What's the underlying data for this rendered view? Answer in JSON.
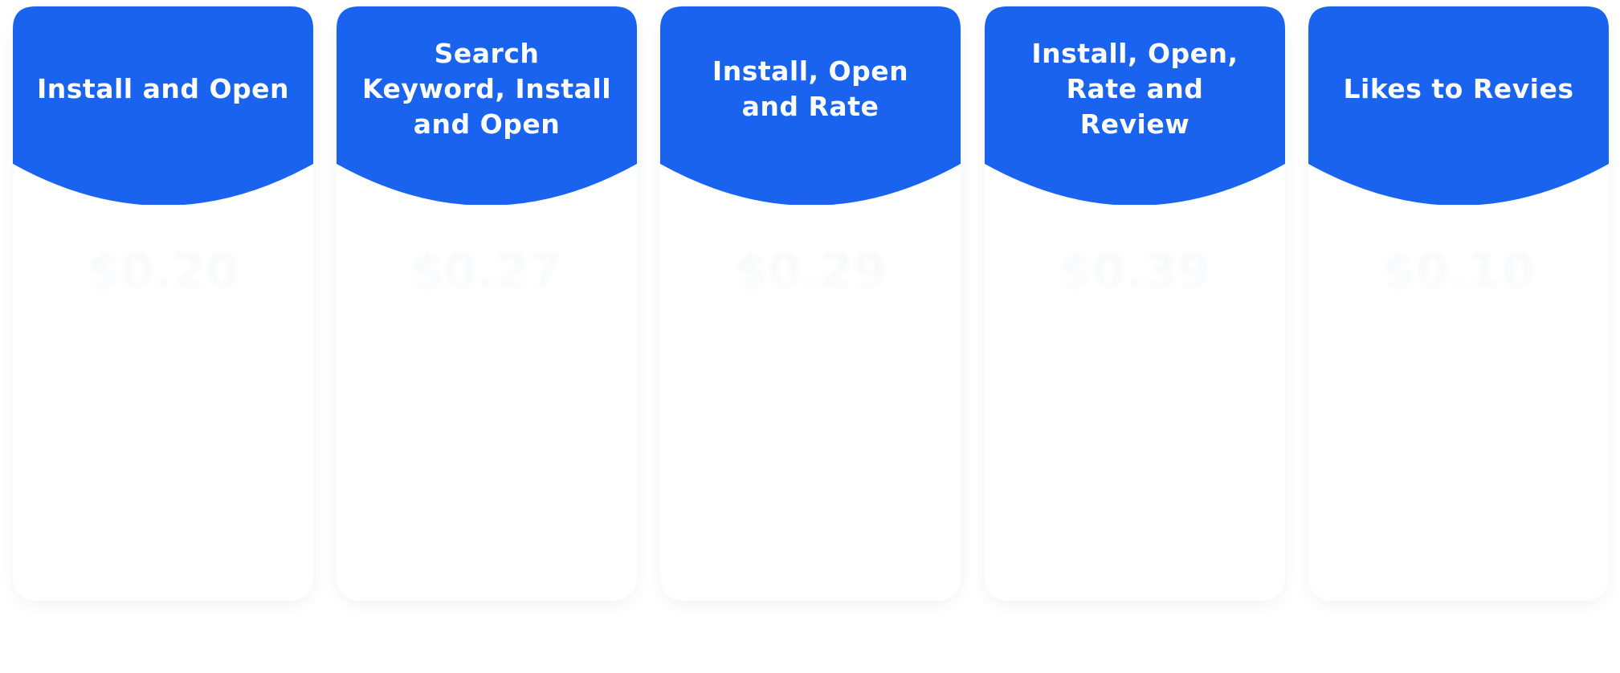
{
  "cards": [
    {
      "title": "Install and Open",
      "price": "$0.20"
    },
    {
      "title": "Search Keyword, Install and Open",
      "price": "$0.27"
    },
    {
      "title": "Install, Open and Rate",
      "price": "$0.29"
    },
    {
      "title": "Install, Open, Rate and Review",
      "price": "$0.39"
    },
    {
      "title": "Likes to Revies",
      "price": "$0.10"
    }
  ],
  "colors": {
    "header_blue": "#1a63ef",
    "title_text": "#ffffff",
    "card_background": "#ffffff"
  }
}
